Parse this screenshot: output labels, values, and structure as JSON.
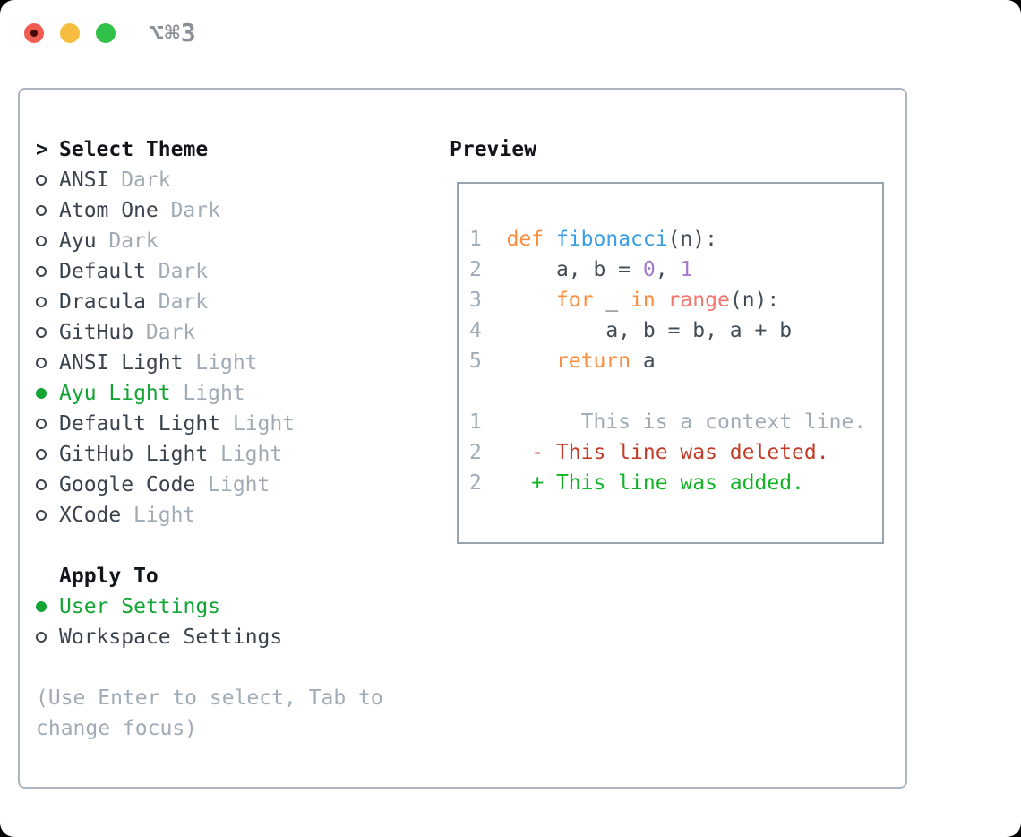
{
  "titlebar": {
    "title": "⌥⌘3"
  },
  "theme_list": {
    "prompt": ">",
    "header": "Select Theme",
    "items": [
      {
        "name": "ANSI",
        "variant": "Dark",
        "selected": false
      },
      {
        "name": "Atom One",
        "variant": "Dark",
        "selected": false
      },
      {
        "name": "Ayu",
        "variant": "Dark",
        "selected": false
      },
      {
        "name": "Default",
        "variant": "Dark",
        "selected": false
      },
      {
        "name": "Dracula",
        "variant": "Dark",
        "selected": false
      },
      {
        "name": "GitHub",
        "variant": "Dark",
        "selected": false
      },
      {
        "name": "ANSI Light",
        "variant": "Light",
        "selected": false
      },
      {
        "name": "Ayu Light",
        "variant": "Light",
        "selected": true
      },
      {
        "name": "Default Light",
        "variant": "Light",
        "selected": false
      },
      {
        "name": "GitHub Light",
        "variant": "Light",
        "selected": false
      },
      {
        "name": "Google Code",
        "variant": "Light",
        "selected": false
      },
      {
        "name": "XCode",
        "variant": "Light",
        "selected": false
      }
    ]
  },
  "apply_to": {
    "header": "Apply To",
    "options": [
      {
        "label": "User Settings",
        "selected": true
      },
      {
        "label": "Workspace Settings",
        "selected": false
      }
    ]
  },
  "help": {
    "text": "(Use Enter to select, Tab to change focus)"
  },
  "preview": {
    "header": "Preview",
    "lines": [
      {
        "num": "1",
        "segments": [
          {
            "t": "  ",
            "c": "fg"
          },
          {
            "t": "def",
            "c": "kw"
          },
          {
            "t": " ",
            "c": "fg"
          },
          {
            "t": "fibonacci",
            "c": "fn"
          },
          {
            "t": "(n):",
            "c": "fg"
          }
        ]
      },
      {
        "num": "2",
        "segments": [
          {
            "t": "      a, b = ",
            "c": "fg"
          },
          {
            "t": "0",
            "c": "num"
          },
          {
            "t": ", ",
            "c": "fg"
          },
          {
            "t": "1",
            "c": "num"
          }
        ]
      },
      {
        "num": "3",
        "segments": [
          {
            "t": "      ",
            "c": "fg"
          },
          {
            "t": "for",
            "c": "kw"
          },
          {
            "t": " _ ",
            "c": "fg"
          },
          {
            "t": "in",
            "c": "kw"
          },
          {
            "t": " ",
            "c": "fg"
          },
          {
            "t": "range",
            "c": "call"
          },
          {
            "t": "(n):",
            "c": "fg"
          }
        ]
      },
      {
        "num": "4",
        "segments": [
          {
            "t": "          a, b = b, a + b",
            "c": "fg"
          }
        ]
      },
      {
        "num": "5",
        "segments": [
          {
            "t": "      ",
            "c": "fg"
          },
          {
            "t": "return",
            "c": "kw"
          },
          {
            "t": " a",
            "c": "fg"
          }
        ]
      },
      {
        "num": "",
        "segments": []
      },
      {
        "num": "1",
        "segments": [
          {
            "t": "        This is a context line.",
            "c": "ctx"
          }
        ]
      },
      {
        "num": "2",
        "segments": [
          {
            "t": "    - This line was deleted.",
            "c": "del"
          }
        ]
      },
      {
        "num": "2",
        "segments": [
          {
            "t": "    + This line was added.",
            "c": "add"
          }
        ]
      }
    ]
  },
  "colors": {
    "accent_green": "#12a534",
    "keyword_orange": "#fa8d3e",
    "function_blue": "#399ee6",
    "number_purple": "#a37acc",
    "call_salmon": "#f2756f",
    "diff_deleted_red": "#c43b27",
    "diff_added_green": "#10b422",
    "muted_gray": "#a0abb6",
    "code_fg": "#424c56",
    "item_fg": "#3a434d",
    "header_fg": "#111519",
    "panel_border": "#aeb5bf",
    "preview_border": "#99a3ad",
    "traffic_red": "#f15c51",
    "traffic_red_dot": "#45090a",
    "traffic_yellow": "#f7bd40",
    "traffic_green": "#31c048",
    "titlebar_fg": "#8b9096"
  }
}
